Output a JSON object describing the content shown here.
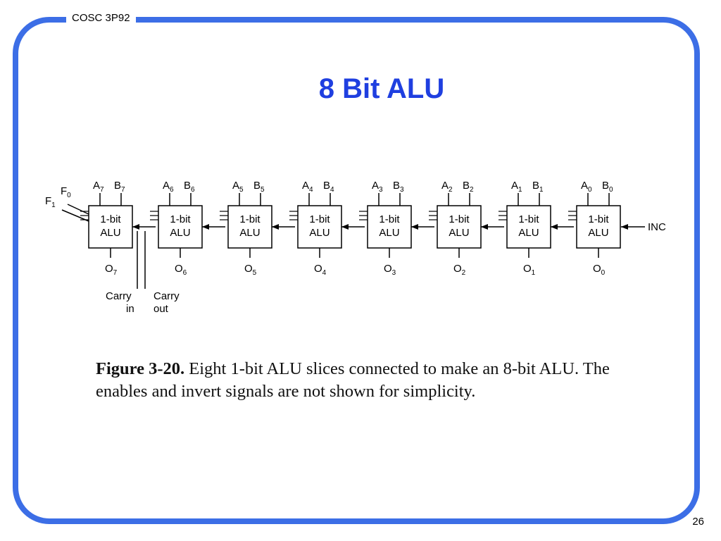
{
  "header": {
    "course": "COSC 3P92"
  },
  "title": "8 Bit ALU",
  "diagram": {
    "slices": [
      {
        "a": "7",
        "b": "7",
        "out": "7",
        "label_top": "1-bit",
        "label_bottom": "ALU"
      },
      {
        "a": "6",
        "b": "6",
        "out": "6",
        "label_top": "1-bit",
        "label_bottom": "ALU"
      },
      {
        "a": "5",
        "b": "5",
        "out": "5",
        "label_top": "1-bit",
        "label_bottom": "ALU"
      },
      {
        "a": "4",
        "b": "4",
        "out": "4",
        "label_top": "1-bit",
        "label_bottom": "ALU"
      },
      {
        "a": "3",
        "b": "3",
        "out": "3",
        "label_top": "1-bit",
        "label_bottom": "ALU"
      },
      {
        "a": "2",
        "b": "2",
        "out": "2",
        "label_top": "1-bit",
        "label_bottom": "ALU"
      },
      {
        "a": "1",
        "b": "1",
        "out": "1",
        "label_top": "1-bit",
        "label_bottom": "ALU"
      },
      {
        "a": "0",
        "b": "0",
        "out": "0",
        "label_top": "1-bit",
        "label_bottom": "ALU"
      }
    ],
    "input_a": "A",
    "input_b": "B",
    "output": "O",
    "function_inputs": [
      "F",
      "F"
    ],
    "function_subscripts": [
      "0",
      "1"
    ],
    "carry_in": [
      "Carry",
      "in"
    ],
    "carry_out": [
      "Carry",
      "out"
    ],
    "inc": "INC"
  },
  "caption": {
    "label": "Figure 3-20.",
    "text": "Eight 1-bit ALU slices connected to make an 8-bit ALU.  The enables and invert signals are not shown for simplicity."
  },
  "page_number": "26"
}
